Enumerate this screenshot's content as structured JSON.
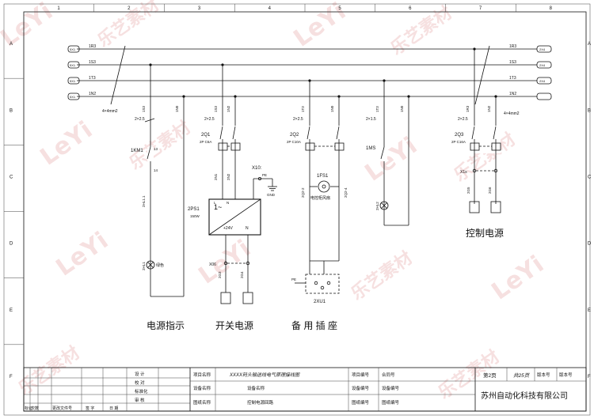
{
  "frame": {
    "col_numbers": [
      "1",
      "2",
      "3",
      "4",
      "5",
      "6",
      "7",
      "8"
    ],
    "row_letters": [
      "A",
      "B",
      "C",
      "D",
      "E",
      "F"
    ]
  },
  "terminals_left": [
    "5X1",
    "5X1",
    "5X1",
    "5X1"
  ],
  "terminals_right": [
    "2X4",
    "2X4",
    "2X4"
  ],
  "bus_labels_left": [
    "1R3",
    "1S3",
    "1T3",
    "1N2"
  ],
  "bus_labels_right": [
    "1R3",
    "1S3",
    "1T3",
    "1N2"
  ],
  "cable_left": "4×4mm2",
  "cable_right": "4×4mm2",
  "circuit1": {
    "wire_top": "1S3",
    "wire_top2": "1N0",
    "cable": "2×2.5",
    "contactor": "1KM1",
    "pin13": "13",
    "pin14": "14",
    "wire_mid": "2HL1.1",
    "lamp": "2HL1",
    "lamp_label": "绿色"
  },
  "circuit2": {
    "wire_top": "1S3",
    "wire_top2": "1N2",
    "cable": "2×2.5",
    "breaker": "2Q1",
    "breaker_spec": "2P C6A",
    "psu": "2PS1",
    "psu_power": "150W",
    "psu_out": "+24V",
    "psu_l": "L",
    "psu_n": "N",
    "pe_terminal": "X10:",
    "pe": "PE",
    "gnd": "GND",
    "term_block": "X06",
    "w1": "2N1",
    "w2": "2N2",
    "w3": "2G3",
    "w4": "2G4"
  },
  "circuit3": {
    "wire_top": "1T3",
    "wire_top2": "1N0",
    "cable": "2×2.5",
    "breaker": "2Q2",
    "breaker_spec": "2P C10A",
    "fan": "1FS1",
    "fan_label": "电控柜风扇",
    "w1": "2Q2-2",
    "w2": "2Q2-4",
    "pe": "PE",
    "socket": "2XU1"
  },
  "circuit4": {
    "wire_top": "1T3",
    "wire_top2": "1N0",
    "cable": "2×1.5",
    "switch": "1MS",
    "lamp_wire": "2HL2"
  },
  "circuit5": {
    "wire_top": "1R3",
    "wire_top2": "1N2",
    "cable": "2×2.5",
    "breaker": "2Q3",
    "breaker_spec": "2P C16A",
    "term_block": "X1s",
    "w1": "2G5",
    "w2": "2G6"
  },
  "section_titles": [
    "电源指示",
    "开关电源",
    "备 用 插 座",
    "控制电源"
  ],
  "title_block": {
    "design": "设 计",
    "check": "校 对",
    "standard": "标准化",
    "review": "审 核",
    "bottom_cells": [
      "标记",
      "次数",
      "更改文件号",
      "签 字",
      "日 期"
    ],
    "project_name_label": "项目名称",
    "project_name": "XXXX码头输送线电气原理接线图",
    "device_name_label": "设备名称",
    "device_name": "设备名称",
    "drawing_name_label": "图纸名称",
    "drawing_name": "控制电源回路",
    "project_no_label": "项目编号",
    "project_no": "合同号",
    "device_no_label": "设备编号",
    "device_no": "设备编号",
    "drawing_no_label": "图纸编号",
    "drawing_no": "图纸编号",
    "page": "第2页",
    "total": "共25页",
    "version_label": "版本号",
    "version": "版本号",
    "company": "苏州自动化科技有限公司"
  },
  "watermark": {
    "latin": "LeYi",
    "cn": "乐艺素材"
  }
}
